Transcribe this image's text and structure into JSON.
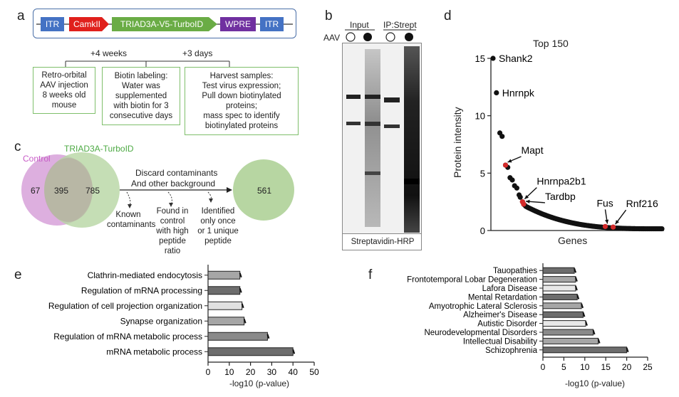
{
  "panel_labels": {
    "a": "a",
    "b": "b",
    "c": "c",
    "d": "d",
    "e": "e",
    "f": "f"
  },
  "construct": {
    "elements": [
      "ITR",
      "CamkII",
      "TRIAD3A-V5-TurboID",
      "WPRE",
      "ITR"
    ]
  },
  "timeline": {
    "interval1": "+4 weeks",
    "interval2": "+3 days",
    "step1": [
      "Retro-orbital",
      "AAV injection",
      "8 weeks old",
      "mouse"
    ],
    "step2": [
      "Biotin labeling:",
      "Water was",
      "supplemented",
      "with biotin for 3",
      "consecutive days"
    ],
    "step3": [
      "Harvest samples:",
      "Test virus expression;",
      "Pull down biotinylated",
      "proteins;",
      "mass spec to identify",
      "biotinylated proteins"
    ]
  },
  "blot": {
    "input_label": "Input",
    "ip_label": "IP:Strept",
    "aav_label": "AAV",
    "footer": "Streptavidin-HRP"
  },
  "venn": {
    "control_label": "Control",
    "triad_label": "TRIAD3A-TurboID",
    "control_only": "67",
    "overlap": "395",
    "triad_only": "785",
    "result": "561",
    "arrow_text": [
      "Discard contaminants",
      "And other background"
    ],
    "filters": [
      [
        "Known",
        "contaminants"
      ],
      [
        "Found in",
        "control",
        "with high",
        "peptide",
        "ratio"
      ],
      [
        "Identified",
        "only once",
        "or 1 unique",
        "peptide"
      ]
    ]
  },
  "chart_data": [
    {
      "type": "scatter",
      "title": "Top 150",
      "xlabel": "Genes",
      "ylabel": "Protein intensity",
      "ylim": [
        0,
        15
      ],
      "yticks": [
        0,
        5,
        10,
        15
      ],
      "highlight_color": "#d42a2a",
      "point_color": "#111111",
      "labels": [
        "Shank2",
        "Hnrnpk",
        "Mapt",
        "Hnrnpa2b1",
        "Tardbp",
        "Fus",
        "Rnf216"
      ],
      "head": [
        {
          "rank": 1,
          "value": 15.0
        },
        {
          "rank": 4,
          "value": 12.0
        },
        {
          "rank": 7,
          "value": 8.5
        },
        {
          "rank": 9,
          "value": 8.2
        },
        {
          "rank": 12,
          "value": 5.7
        },
        {
          "rank": 14,
          "value": 5.5
        },
        {
          "rank": 16,
          "value": 4.6
        },
        {
          "rank": 18,
          "value": 4.4
        },
        {
          "rank": 20,
          "value": 3.9
        },
        {
          "rank": 22,
          "value": 3.7
        },
        {
          "rank": 24,
          "value": 3.1
        },
        {
          "rank": 25,
          "value": 2.9
        },
        {
          "rank": 27,
          "value": 2.5
        },
        {
          "rank": 28,
          "value": 2.3
        },
        {
          "rank": 29,
          "value": 2.2
        }
      ],
      "highlighted": [
        {
          "gene": "Mapt",
          "rank": 12,
          "value": 5.7
        },
        {
          "gene": "Hnrnpa2b1",
          "rank": 27,
          "value": 2.5
        },
        {
          "gene": "Tardbp",
          "rank": 28,
          "value": 2.3
        },
        {
          "gene": "Fus",
          "rank": 100,
          "value": 0.35
        },
        {
          "gene": "Rnf216",
          "rank": 107,
          "value": 0.3
        }
      ],
      "tail_start_value": 2.1,
      "tail_end_value": 0.15,
      "n": 150
    },
    {
      "type": "bar",
      "orientation": "horizontal",
      "xlabel": "-log10 (p-value)",
      "xlim": [
        0,
        50
      ],
      "xticks": [
        0,
        10,
        20,
        30,
        40,
        50
      ],
      "categories": [
        "Clathrin-mediated endocytosis",
        "Regulation of mRNA processing",
        "Regulation of cell projection organization",
        "Synapse organization",
        "Regulation of mRNA metabolic process",
        "mRNA metabolic process"
      ],
      "values": [
        15,
        15,
        16,
        17,
        28,
        40
      ],
      "colors": [
        "#a6a6a6",
        "#6d6d6d",
        "#e0e0e0",
        "#a6a6a6",
        "#8a8a8a",
        "#6d6d6d"
      ]
    },
    {
      "type": "bar",
      "orientation": "horizontal",
      "xlabel": "-log10 (p-value)",
      "xlim": [
        0,
        25
      ],
      "xticks": [
        0,
        5,
        10,
        15,
        20,
        25
      ],
      "categories": [
        "Tauopathies",
        "Frontotemporal Lobar Degeneration",
        "Lafora Disease",
        "Mental Retardation",
        "Amyotrophic Lateral Sclerosis",
        "Alzheimer's Disease",
        "Autistic Disorder",
        "Neurodevelopmental Disorders",
        "Intellectual Disability",
        "Schizophrenia"
      ],
      "values": [
        7.5,
        7.8,
        7.8,
        8.2,
        9.2,
        9.6,
        10.2,
        12.0,
        13.2,
        20.0
      ],
      "colors": [
        "#6d6d6d",
        "#a6a6a6",
        "#e8e8e8",
        "#6d6d6d",
        "#a6a6a6",
        "#6d6d6d",
        "#e8e8e8",
        "#8a8a8a",
        "#a6a6a6",
        "#6d6d6d"
      ]
    }
  ]
}
